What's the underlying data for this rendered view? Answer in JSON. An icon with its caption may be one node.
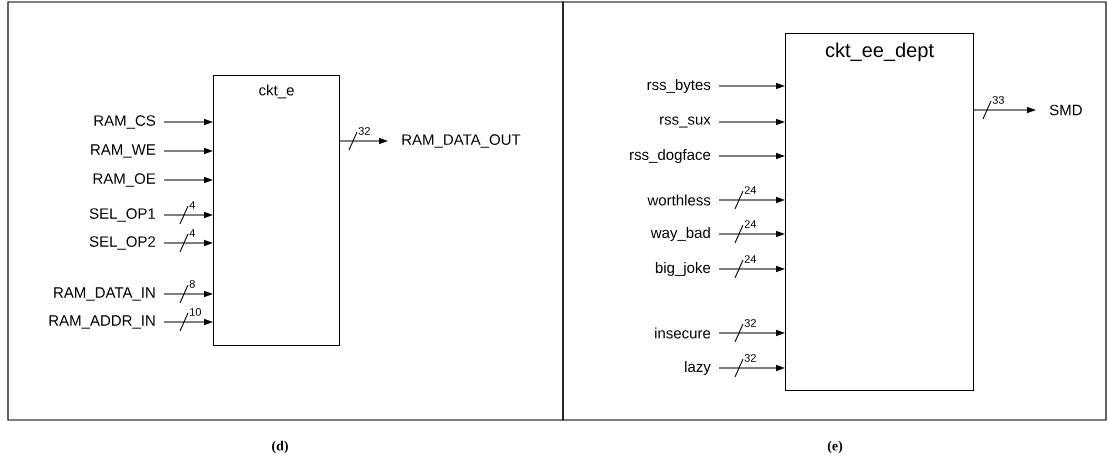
{
  "diagram": {
    "nodes": [
      {
        "text": [
          "ckt_e"
        ]
      },
      {
        "text": [
          "RAM_CS"
        ]
      },
      {
        "text": [
          "RAM_WE"
        ]
      },
      {
        "text": [
          "RAM_OE"
        ]
      },
      {
        "text": [
          "SEL_OP1"
        ]
      },
      {
        "text": [
          "SEL_OP2"
        ]
      },
      {
        "text": [
          "RAM_DATA_IN"
        ]
      },
      {
        "text": [
          "RAM_ADDR_IN"
        ]
      },
      {
        "text": [
          "RAM_DATA_OUT"
        ]
      },
      {
        "text": [
          "ckt_ee_dept"
        ]
      },
      {
        "text": [
          "rss_bytes"
        ]
      },
      {
        "text": [
          "rss_sux"
        ]
      },
      {
        "text": [
          "rss_dogface"
        ]
      },
      {
        "text": [
          "worthless"
        ]
      },
      {
        "text": [
          "way_bad"
        ]
      },
      {
        "text": [
          "big_joke"
        ]
      },
      {
        "text": [
          "insecure"
        ]
      },
      {
        "text": [
          "lazy"
        ]
      },
      {
        "text": [
          "SMD"
        ]
      }
    ],
    "edges": [
      {
        "from": 1,
        "to": 0,
        "arrow": "to"
      },
      {
        "from": 2,
        "to": 0,
        "arrow": "to"
      },
      {
        "from": 3,
        "to": 0,
        "arrow": "to"
      },
      {
        "from": 4,
        "to": 0,
        "arrow": "to",
        "label": "4"
      },
      {
        "from": 5,
        "to": 0,
        "arrow": "to",
        "label": "4"
      },
      {
        "from": 6,
        "to": 0,
        "arrow": "to",
        "label": "8"
      },
      {
        "from": 7,
        "to": 0,
        "arrow": "to",
        "label": "10"
      },
      {
        "from": 0,
        "to": 8,
        "arrow": "to",
        "label": "32"
      },
      {
        "from": 10,
        "to": 9,
        "arrow": "to"
      },
      {
        "from": 11,
        "to": 9,
        "arrow": "to"
      },
      {
        "from": 12,
        "to": 9,
        "arrow": "to"
      },
      {
        "from": 13,
        "to": 9,
        "arrow": "to",
        "label": "24"
      },
      {
        "from": 14,
        "to": 9,
        "arrow": "to",
        "label": "24"
      },
      {
        "from": 15,
        "to": 9,
        "arrow": "to",
        "label": "24"
      },
      {
        "from": 16,
        "to": 9,
        "arrow": "to",
        "label": "32"
      },
      {
        "from": 17,
        "to": 9,
        "arrow": "to",
        "label": "32"
      },
      {
        "from": 9,
        "to": 18,
        "arrow": "to",
        "label": "33"
      }
    ],
    "labels": [
      "(d)",
      "(e)"
    ]
  }
}
